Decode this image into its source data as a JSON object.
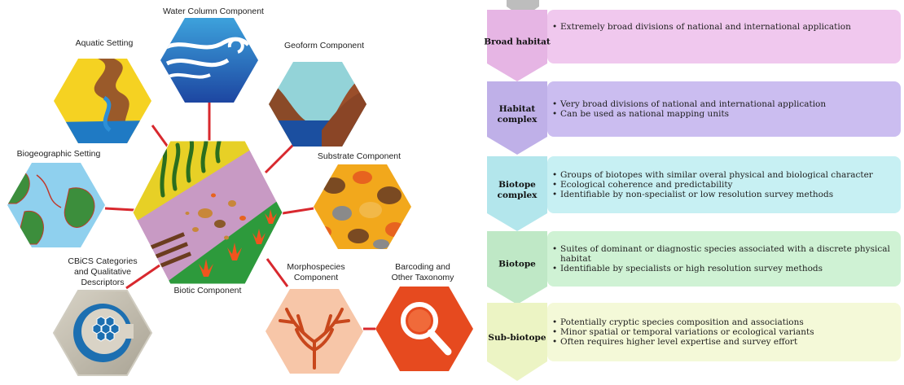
{
  "colors": {
    "connector": "#d8282e",
    "chevron_gray": "#bdbdbd"
  },
  "components": {
    "water_column": "Water Column Component",
    "aquatic": "Aquatic Setting",
    "geoform": "Geoform Component",
    "biogeographic": "Biogeographic Setting",
    "substrate": "Substrate Component",
    "cbics": [
      "CBiCS Categories",
      "and Qualitative",
      "Descriptors"
    ],
    "biotic": "Biotic Component",
    "morphospecies": [
      "Morphospecies",
      "Component"
    ],
    "barcoding": [
      "Barcoding and",
      "Other Taxonomy"
    ]
  },
  "tiers": [
    {
      "label": [
        "Broad habitat"
      ],
      "chevron": "#e6b5e4",
      "box": "#f0c8ee",
      "bullets": [
        [
          "Extremely broad divisions of national and international application"
        ]
      ]
    },
    {
      "label": [
        "Habitat",
        "complex"
      ],
      "chevron": "#bfb0e8",
      "box": "#cbbdf0",
      "bullets": [
        [
          "Very broad divisions of national and international application"
        ],
        [
          "Can be used as national mapping units"
        ]
      ]
    },
    {
      "label": [
        "Biotope",
        "complex"
      ],
      "chevron": "#b3e6ec",
      "box": "#c7f0f3",
      "bullets": [
        [
          "Groups of biotopes with similar overal physical and biological character"
        ],
        [
          "Ecological coherence and predictability"
        ],
        [
          "Identifiable by non-specialist or low resolution survey methods"
        ]
      ]
    },
    {
      "label": [
        "Biotope"
      ],
      "chevron": "#bfe8c6",
      "box": "#cff2d4",
      "bullets": [
        [
          "Suites of dominant or diagnostic species associated with a discrete physical",
          "habitat"
        ],
        [
          "Identifiable by specialists or high resolution survey methods"
        ]
      ]
    },
    {
      "label": [
        "Sub-biotope"
      ],
      "chevron": "#ecf4c4",
      "box": "#f4f9d8",
      "bullets": [
        [
          "Potentially cryptic species composition and associations"
        ],
        [
          "Minor spatial or temporal variations or ecological variants"
        ],
        [
          "Often requires higher level expertise and survey effort"
        ]
      ]
    }
  ]
}
